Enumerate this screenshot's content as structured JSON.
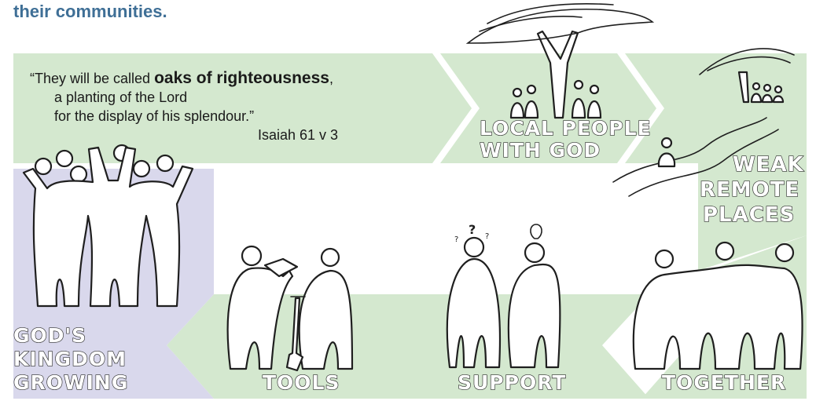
{
  "heading": "their communities.",
  "quote": {
    "line1_prefix": "“They will be called ",
    "line1_bold": "oaks of righteousness",
    "line1_suffix": ",",
    "line2": "a planting of the Lord",
    "line3": "for the display of his splendour.”",
    "reference": "Isaiah 61 v 3"
  },
  "stages": {
    "local_people_1": "LOCAL PEOPLE",
    "local_people_2": "WITH GOD",
    "weak_1": "WEAK",
    "weak_2": "REMOTE",
    "weak_3": "PLACES",
    "together": "TOGETHER",
    "support": "SUPPORT",
    "tools": "TOOLS",
    "kingdom_1": "GOD'S",
    "kingdom_2": "KINGDOM",
    "kingdom_3": "GROWING"
  },
  "colors": {
    "band": "#d4e8cf",
    "kingdom_panel": "#d9d8ec",
    "heading": "#3f6f96"
  },
  "icons": [
    "tree-icon",
    "people-icon",
    "path-icon",
    "book-icon",
    "spade-icon",
    "question-mark-icon",
    "lightbulb-icon"
  ]
}
